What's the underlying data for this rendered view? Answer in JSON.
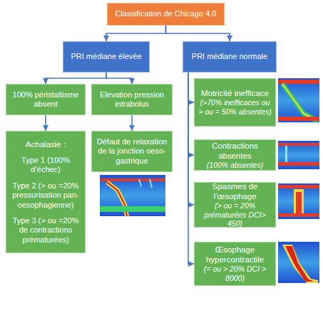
{
  "diagram": {
    "nodes": [
      {
        "text": [
          "Classification de Chicago 4.0"
        ]
      },
      {
        "text": [
          "PRI médiane élevée"
        ]
      },
      {
        "text": [
          "PRI médiane normale"
        ]
      },
      {
        "text": [
          "100% péristaltisme absent"
        ]
      },
      {
        "text": [
          "Elevation pression intrabolus"
        ]
      },
      {
        "text": [
          "Achalasie :",
          "Type 1 (100% d’échec)",
          "Type 2 (> ou =20% pressurisation pan-oesophagienne)",
          "Type 3 (> ou =20% de contractions prématurées)"
        ]
      },
      {
        "text": [
          "Défaut de relaxation de la jonction oeso-gastrique"
        ]
      },
      {
        "text": [
          "Motricité inefficace",
          "(>70% inefficaces ou > ou = 50% absentes)"
        ]
      },
      {
        "text": [
          "Contractions absentes",
          "(100% absentes)"
        ]
      },
      {
        "text": [
          "Spasmes de l’œsophage",
          "(> ou = 20% prématurées DCI> 450)"
        ]
      },
      {
        "text": [
          "Œsophage hypercontractile",
          "(= ou > 20% DCI > 8000)"
        ]
      }
    ],
    "edges": [
      {
        "from": 0,
        "to": 1,
        "arrow": "to"
      },
      {
        "from": 0,
        "to": 2,
        "arrow": "to"
      },
      {
        "from": 1,
        "to": 3,
        "arrow": "to"
      },
      {
        "from": 1,
        "to": 4,
        "arrow": "to"
      },
      {
        "from": 3,
        "to": 5,
        "arrow": "to"
      },
      {
        "from": 4,
        "to": 6,
        "arrow": "to"
      },
      {
        "from": 2,
        "to": 7,
        "arrow": "to"
      },
      {
        "from": 2,
        "to": 8,
        "arrow": "to"
      },
      {
        "from": 2,
        "to": 9,
        "arrow": "to"
      },
      {
        "from": 2,
        "to": 10,
        "arrow": "to"
      }
    ]
  }
}
